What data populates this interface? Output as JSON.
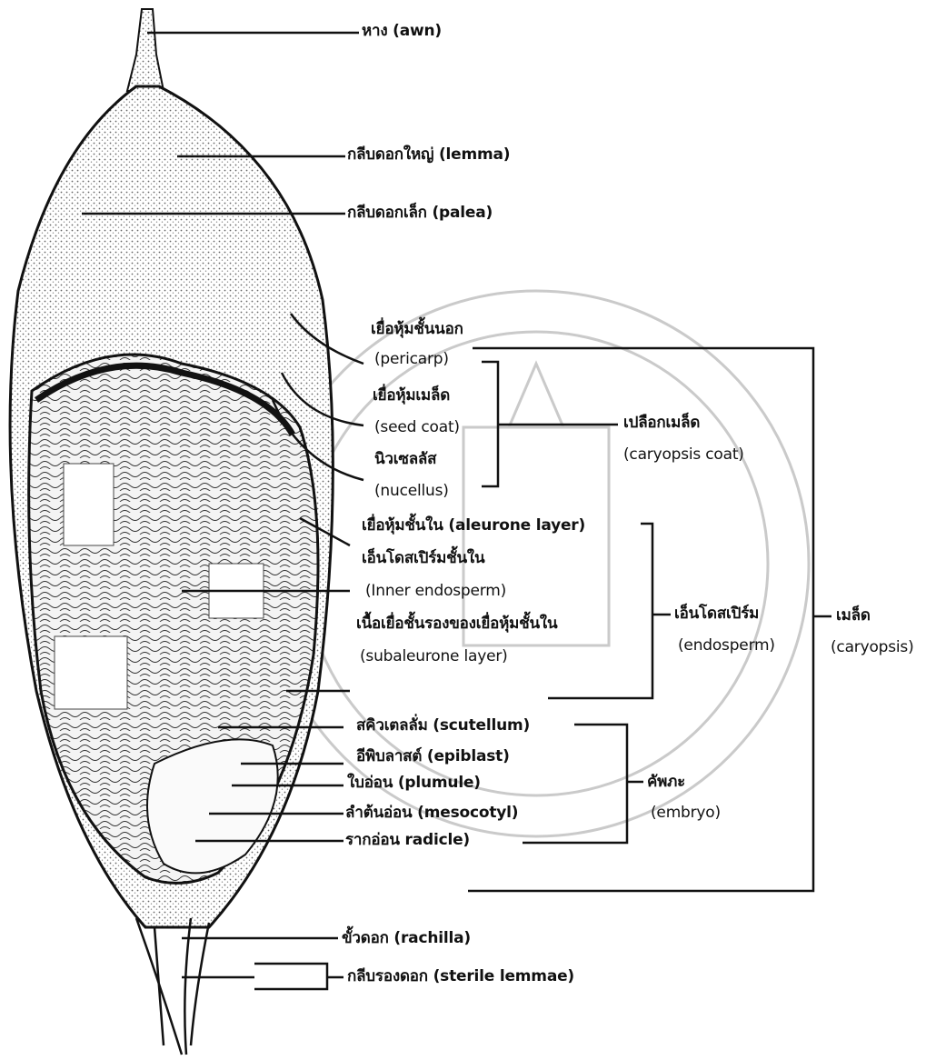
{
  "labels": {
    "awn": "หาง (awn)",
    "lemma": "กลีบดอกใหญ่ (lemma)",
    "palea": "กลีบดอกเล็ก (palea)",
    "pericarp_th": "เยื่อหุ้มชั้นนอก",
    "pericarp_en": "(pericarp)",
    "seedcoat_th": "เยื่อหุ้มเมล็ด",
    "seedcoat_en": "(seed coat)",
    "nucellus_th": "นิวเซลลัส",
    "nucellus_en": "(nucellus)",
    "aleurone": "เยื่อหุ้มชั้นใน (aleurone layer)",
    "inner_endo_th": "เอ็นโดสเปิร์มชั้นใน",
    "inner_endo_en": "(Inner endosperm)",
    "subaleurone_th": "เนื้อเยื่อชั้นรองของเยื่อหุ้มชั้นใน",
    "subaleurone_en": "(subaleurone layer)",
    "scutellum": "สคิวเตลลั่ม (scutellum)",
    "epiblast": "อีพิบลาสต์ (epiblast)",
    "plumule": "ใบอ่อน (plumule)",
    "mesocotyl": "ลำต้นอ่อน (mesocotyl)",
    "radicle": "รากอ่อน radicle)",
    "rachilla": "ขั้วดอก (rachilla)",
    "sterile": "กลีบรองดอก (sterile lemmae)"
  },
  "groups": {
    "caryopsis_coat_th": "เปลือกเมล็ด",
    "caryopsis_coat_en": "(caryopsis coat)",
    "endosperm_th": "เอ็นโดสเปิร์ม",
    "endosperm_en": "(endosperm)",
    "embryo_th": "คัพภะ",
    "embryo_en": "(embryo)",
    "caryopsis_th": "เมล็ด",
    "caryopsis_en": "(caryopsis)"
  },
  "colors": {
    "ink": "#111111",
    "stipple": "#555555",
    "watermark": "#bdbdbd"
  }
}
